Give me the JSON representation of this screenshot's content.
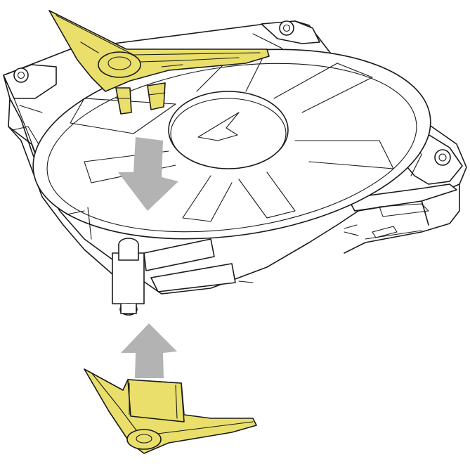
{
  "colors": {
    "corner_pad": "#e9df6a",
    "arrow": "#b3b3b3",
    "outline": "#1a1a1a",
    "fan_body": "#ffffff"
  },
  "icons": {
    "brand_logo": "sharp-triangle-logo",
    "arrow_down": "arrow-down",
    "arrow_up": "arrow-up"
  }
}
